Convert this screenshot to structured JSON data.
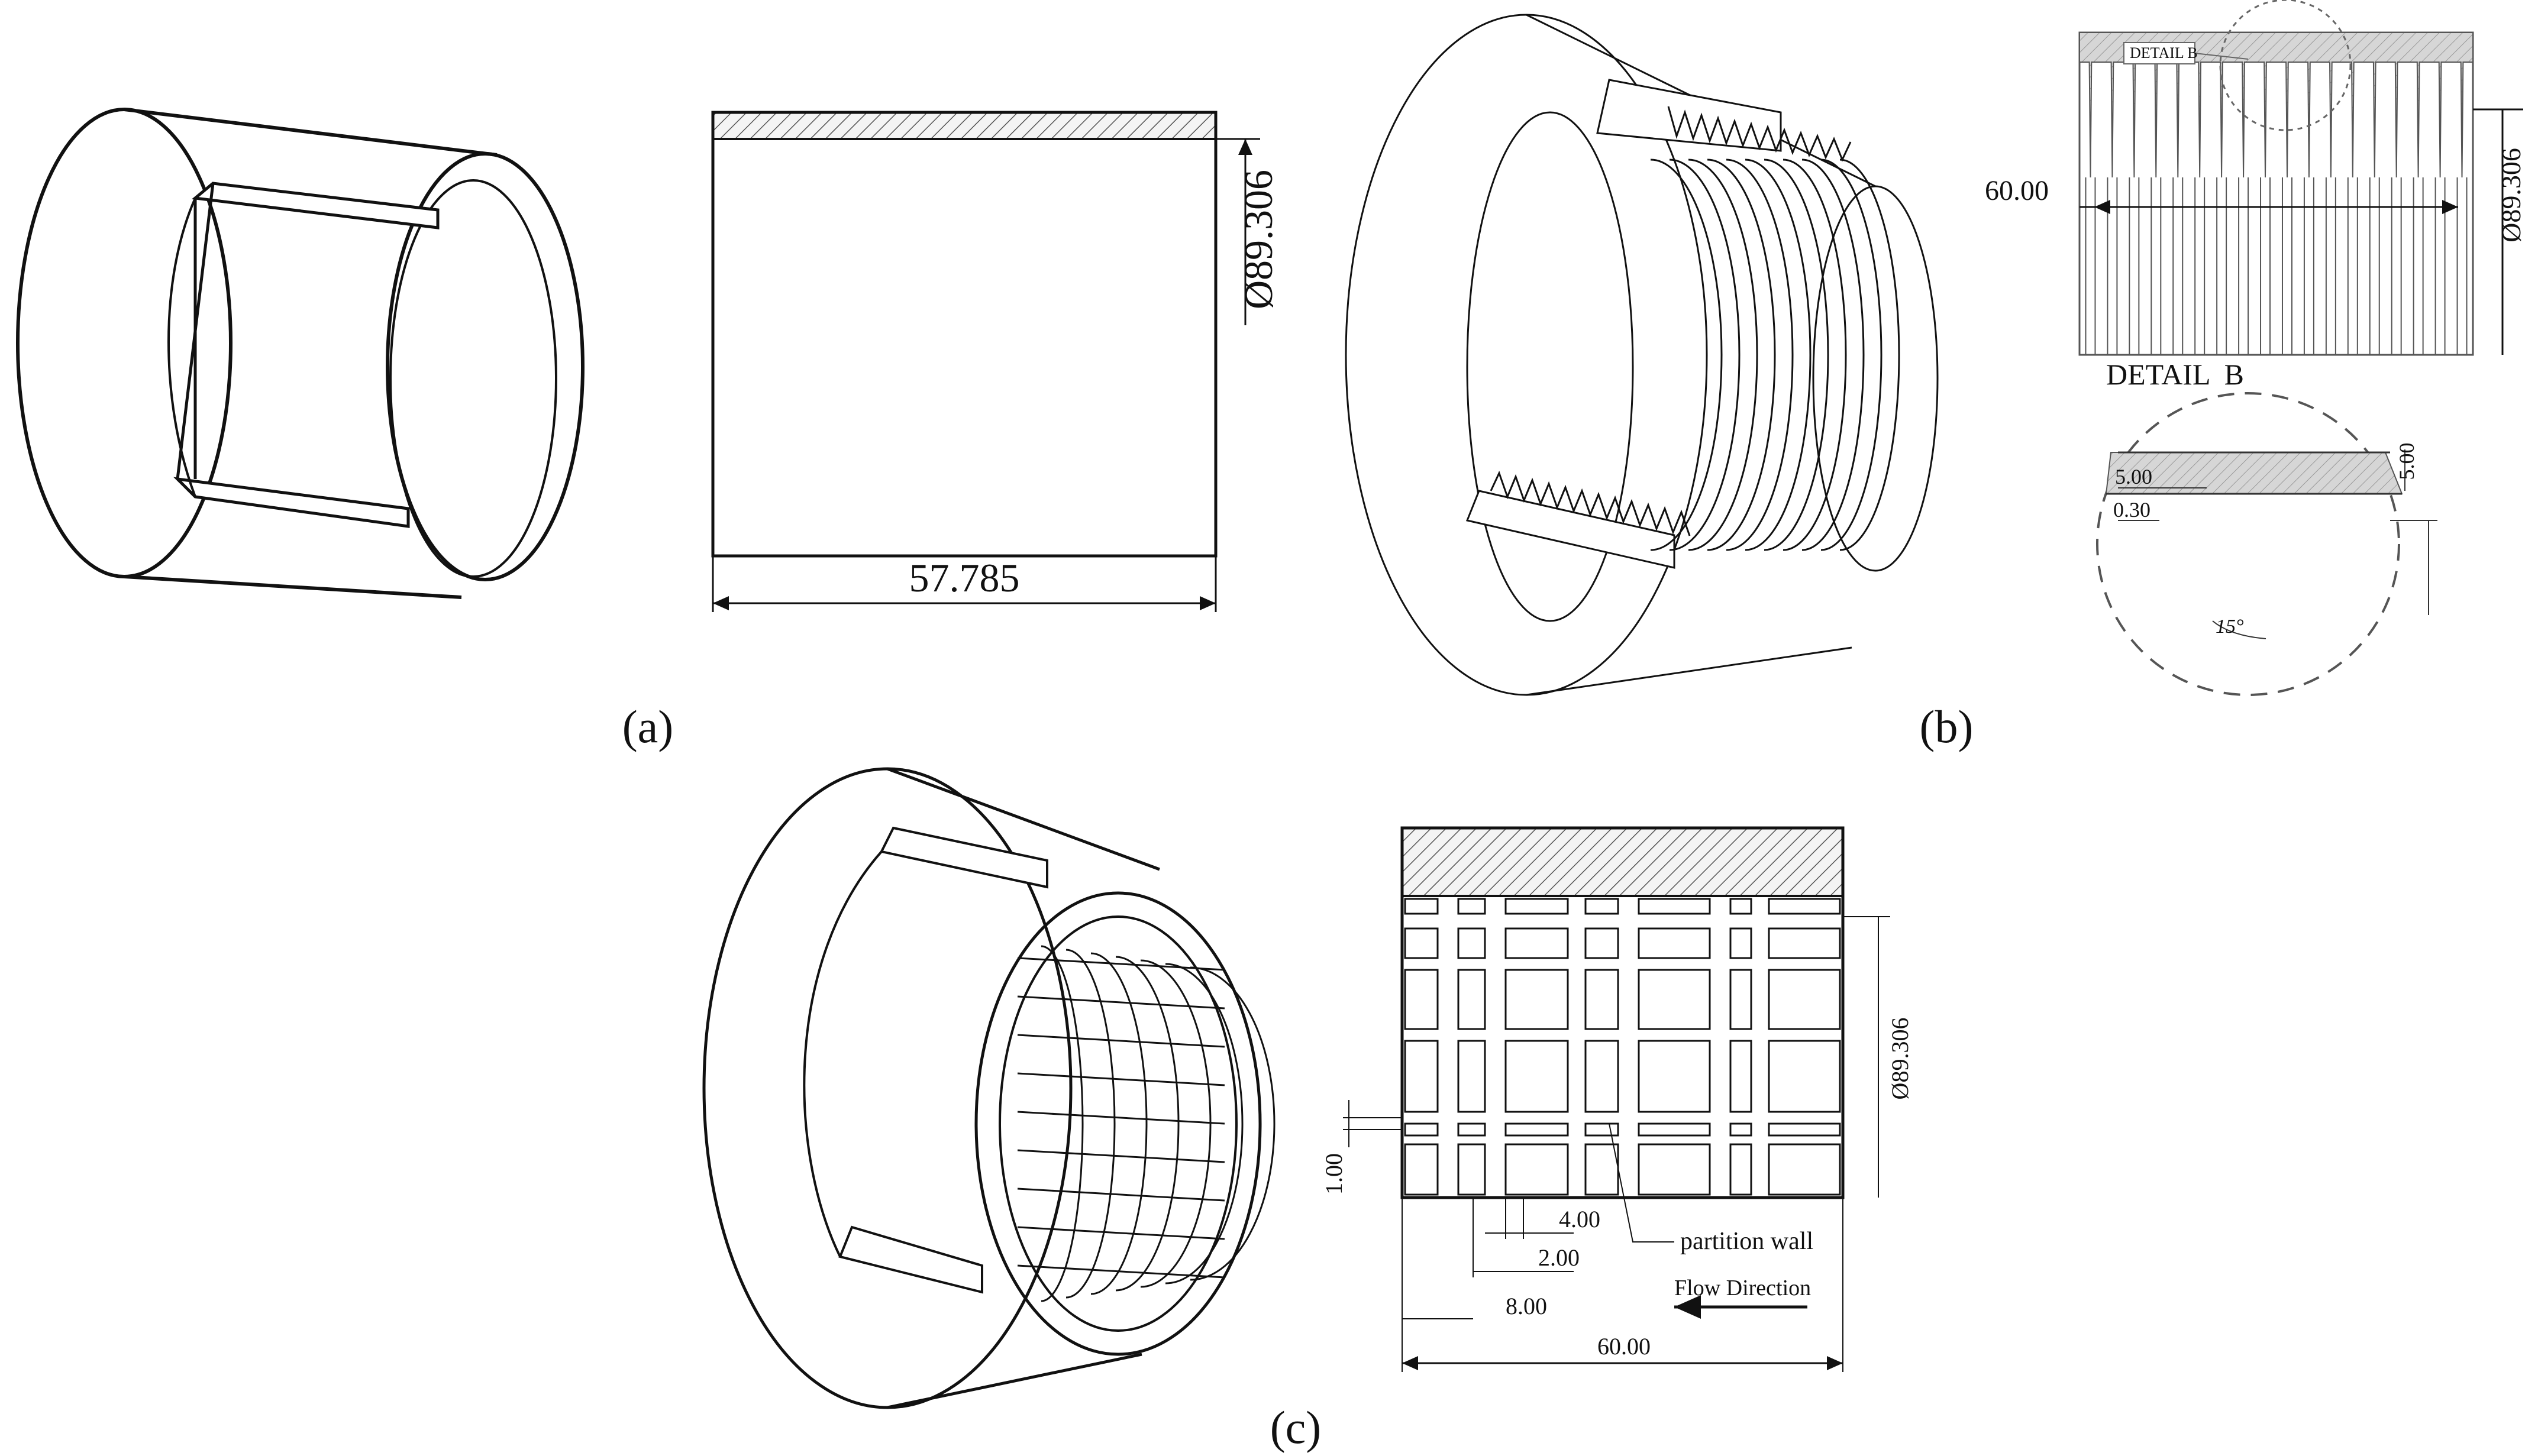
{
  "panels": {
    "a": {
      "label": "(a)",
      "dims": {
        "diameter": "Ø89.306",
        "length": "57.785"
      }
    },
    "b": {
      "label": "(b)",
      "dims": {
        "length": "60.00",
        "diameter": "Ø89.306",
        "detail_callout": "DETAIL B",
        "detail_title": "DETAIL  B",
        "groove_width": "5.00",
        "groove_gap": "0.30",
        "groove_depth": "5.00",
        "groove_angle": "15°"
      }
    },
    "c": {
      "label": "(c)",
      "dims": {
        "diameter": "Ø89.306",
        "wall_thickness": "1.00",
        "d4": "4.00",
        "d2": "2.00",
        "d8": "8.00",
        "length": "60.00",
        "partition": "partition wall",
        "flow": "Flow Direction"
      }
    }
  }
}
